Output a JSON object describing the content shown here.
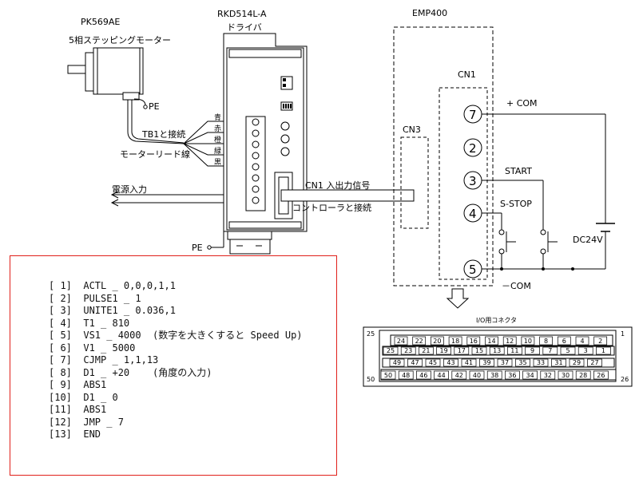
{
  "labels": {
    "motor_model": "PK569AE",
    "motor_desc": "5相ステッピングモーター",
    "driver_model": "RKD514L-A",
    "driver_desc": "ドライバ",
    "controller_model": "EMP400",
    "pe": "PE",
    "pe2": "PE",
    "tb1": "TB1と接続",
    "motor_lead": "モーターリード線",
    "power_in": "電源入力",
    "cn1_io": "CN1 入出力信号",
    "controller_conn": "コントローラと接続",
    "cn1": "CN1",
    "cn3": "CN3",
    "plus_com": "+ COM",
    "minus_com": "－COM",
    "start": "START",
    "s_stop": "S-STOP",
    "dc24v": "DC24V",
    "io_connector": "I/O用コネクタ"
  },
  "wire_colors": [
    "青",
    "赤",
    "橙",
    "緑",
    "黒"
  ],
  "cn1_pins": [
    "7",
    "2",
    "3",
    "4",
    "5"
  ],
  "connector": {
    "corner_tl": "25",
    "corner_tr": "1",
    "corner_bl": "50",
    "corner_br": "26",
    "row1": [
      "24",
      "22",
      "20",
      "18",
      "16",
      "14",
      "12",
      "10",
      "8",
      "6",
      "4",
      "2"
    ],
    "row2": [
      "25",
      "23",
      "21",
      "19",
      "17",
      "15",
      "13",
      "11",
      "9",
      "7",
      "5",
      "3",
      "1"
    ],
    "row3": [
      "49",
      "47",
      "45",
      "43",
      "41",
      "39",
      "37",
      "35",
      "33",
      "31",
      "29",
      "27"
    ],
    "row4": [
      "50",
      "48",
      "46",
      "44",
      "42",
      "40",
      "38",
      "36",
      "34",
      "32",
      "30",
      "28",
      "26"
    ]
  },
  "program": [
    "[ 1]  ACTL _ 0,0,0,1,1",
    "[ 2]  PULSE1 _ 1",
    "[ 3]  UNITE1 _ 0.036,1",
    "[ 4]  T1 _ 810",
    "[ 5]  VS1 _ 4000  (数字を大きくすると Speed Up)",
    "[ 6]  V1 _ 5000",
    "[ 7]  CJMP _ 1,1,13",
    "[ 8]  D1 _ +20    (角度の入力)",
    "[ 9]  ABS1",
    "[10]  D1 _ 0",
    "[11]  ABS1",
    "[12]  JMP _ 7",
    "[13]  END"
  ]
}
